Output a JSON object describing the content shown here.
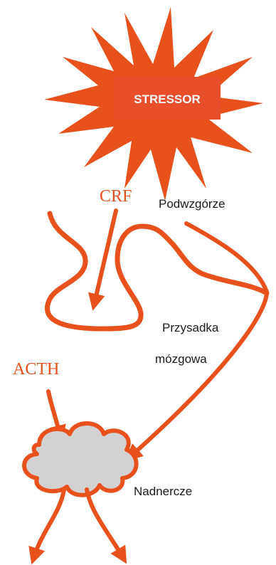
{
  "colors": {
    "accent": "#E8501C",
    "box": "#E84E2A",
    "cloud_fill": "#D2D2D2",
    "text_dark": "#1a1a1a",
    "background": "#FFFFFF"
  },
  "stressor": {
    "label": "STRESSOR"
  },
  "hormones": {
    "crf": "CRF",
    "acth": "ACTH"
  },
  "organs": {
    "hypothalamus": "Podwzgórze",
    "pituitary_line1": "Przysadka",
    "pituitary_line2": "mózgowa",
    "adrenal": "Nadnercze"
  }
}
